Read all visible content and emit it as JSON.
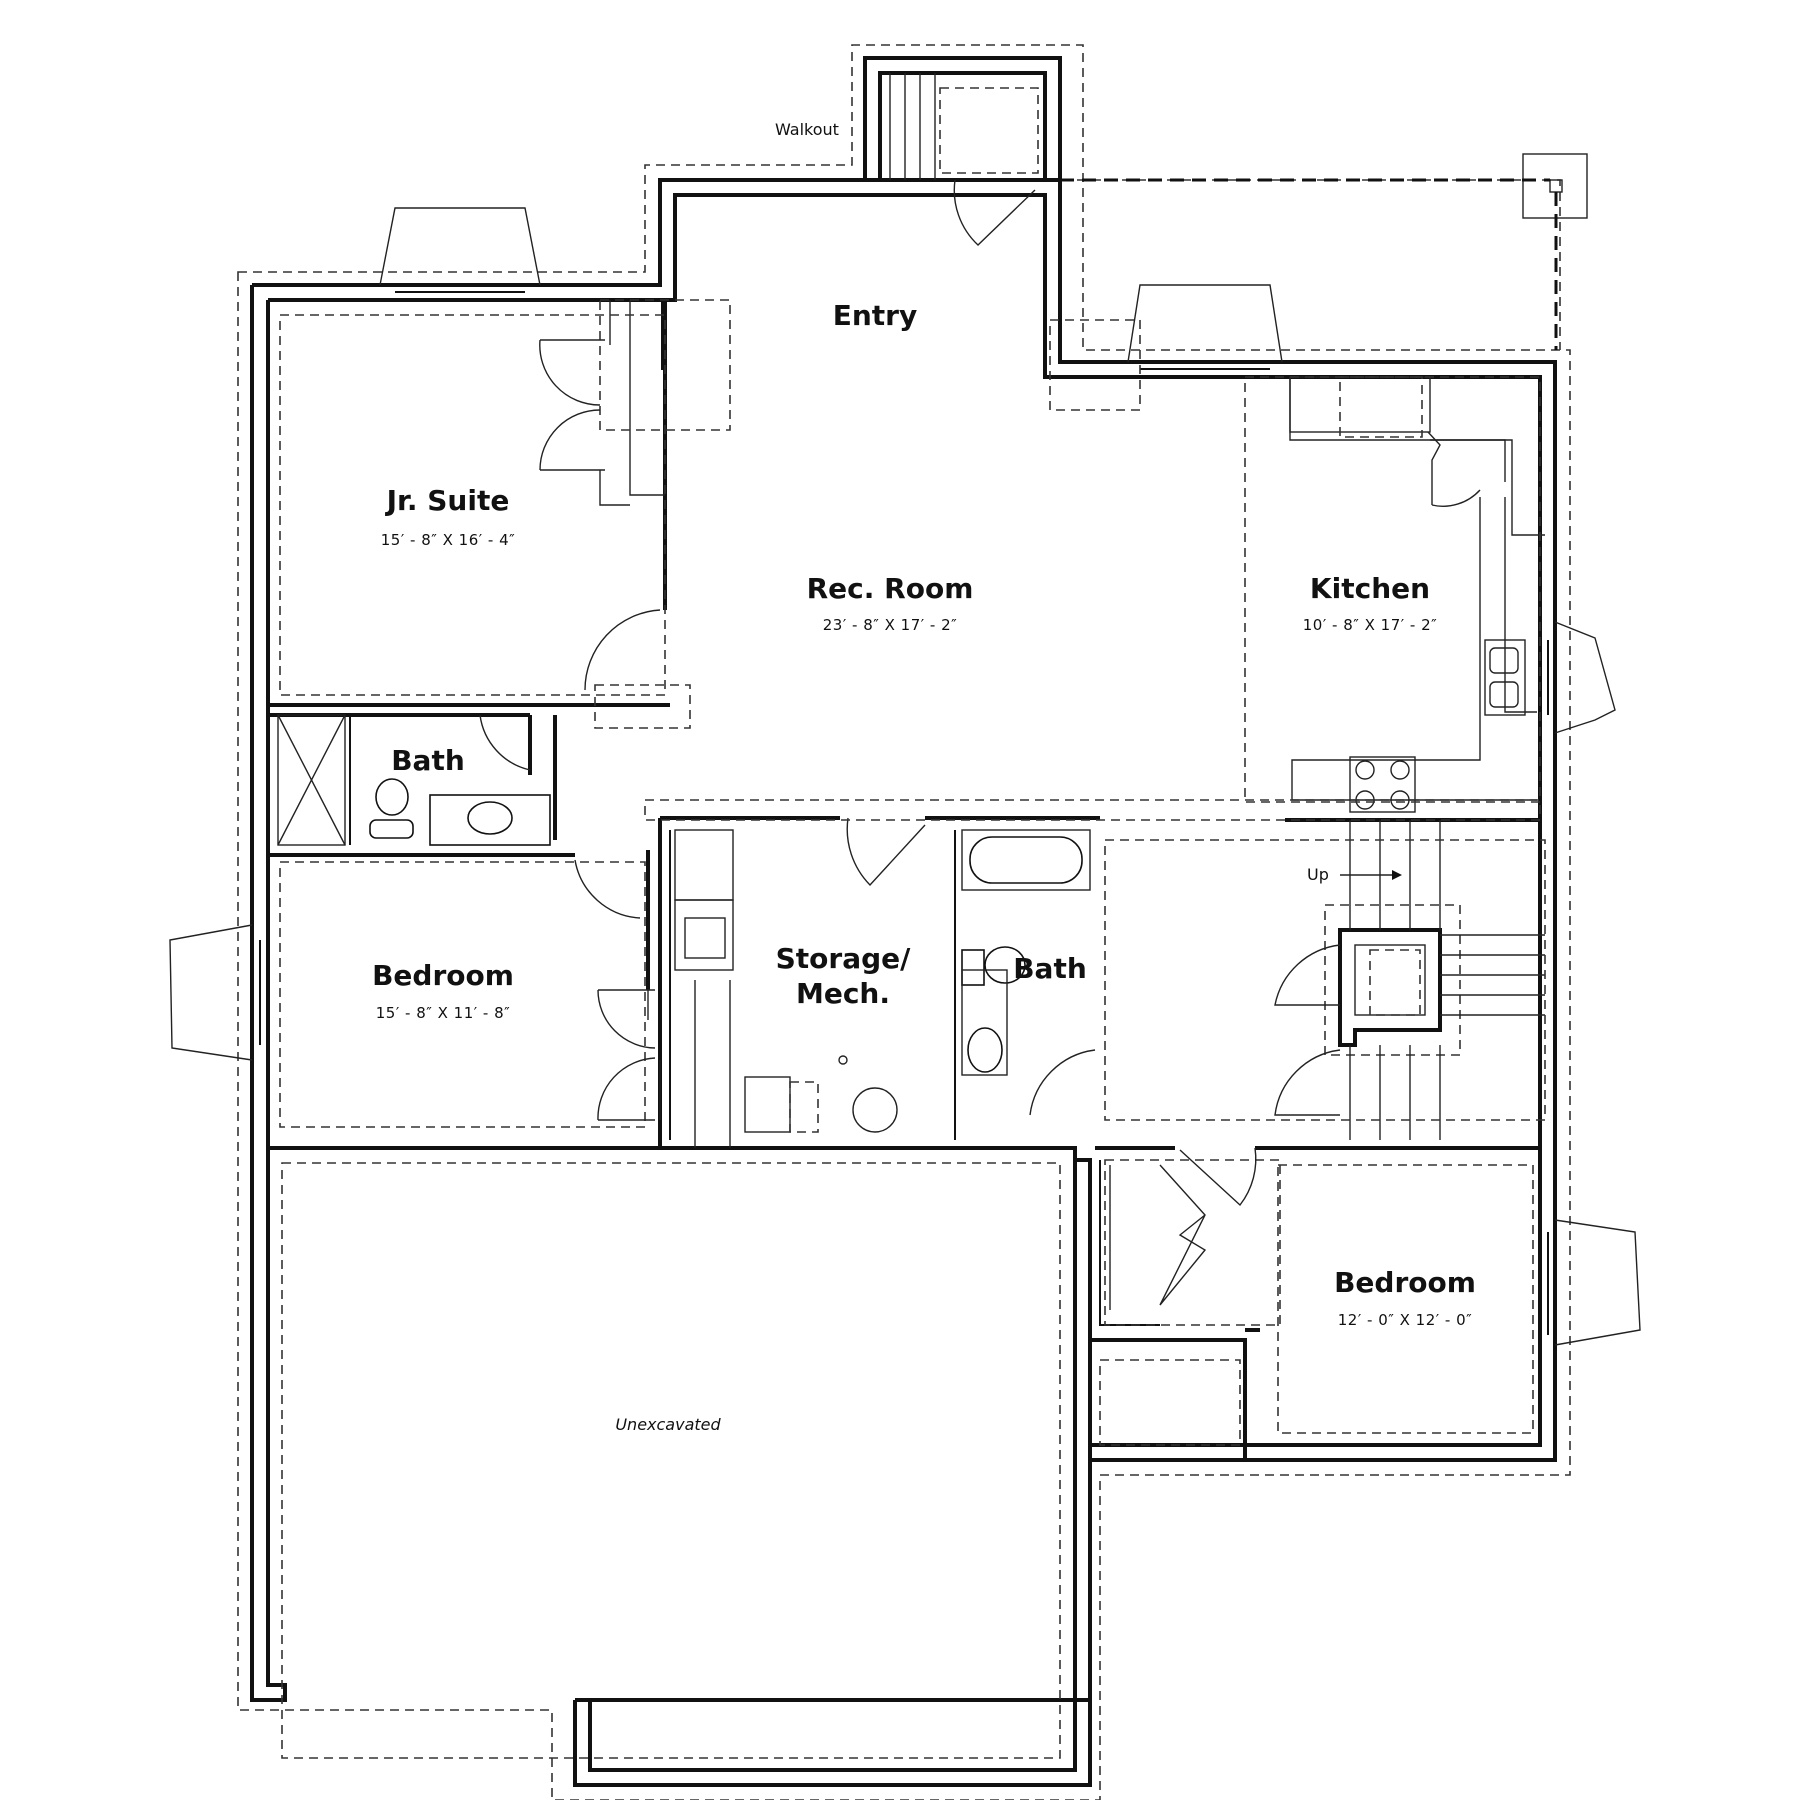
{
  "labels": {
    "walkout": "Walkout",
    "up": "Up",
    "unexcavated": "Unexcavated"
  },
  "rooms": {
    "entry": {
      "name": "Entry"
    },
    "jr_suite": {
      "name": "Jr. Suite",
      "dims": "15′ - 8″  X  16′ - 4″"
    },
    "rec_room": {
      "name": "Rec. Room",
      "dims": "23′ - 8″  X  17′ - 2″"
    },
    "kitchen": {
      "name": "Kitchen",
      "dims": "10′ - 8″  X  17′ - 2″"
    },
    "bath_1": {
      "name": "Bath"
    },
    "bedroom_1": {
      "name": "Bedroom",
      "dims": "15′ - 8″  X  11′ - 8″"
    },
    "storage": {
      "name_line1": "Storage/",
      "name_line2": "Mech."
    },
    "bath_2": {
      "name": "Bath"
    },
    "bedroom_2": {
      "name": "Bedroom",
      "dims": "12′ - 0″  X  12′ - 0″"
    }
  }
}
